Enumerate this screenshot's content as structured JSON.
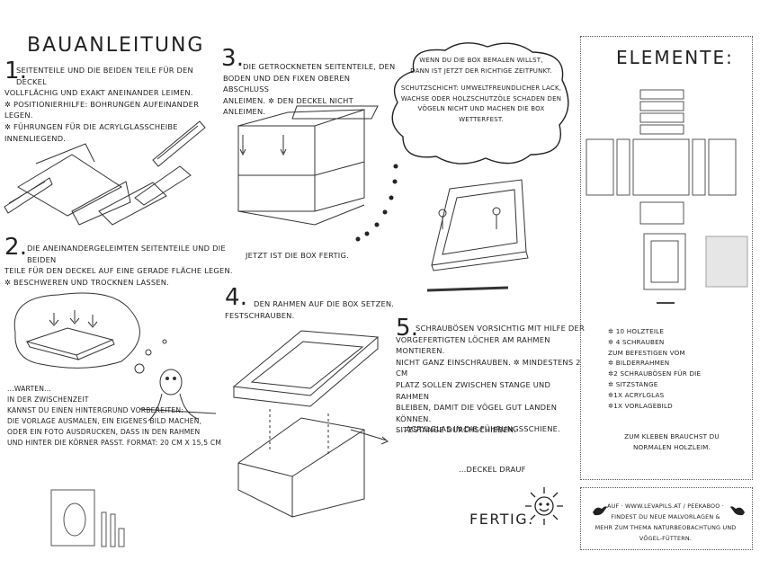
{
  "title": "BAUANLEITUNG",
  "steps": {
    "s1": {
      "num": "1.",
      "lines": [
        "SEITENTEILE UND DIE BEIDEN TEILE FÜR DEN DECKEL",
        "VOLLFLÄCHIG UND EXAKT ANEINANDER LEIMEN.",
        "✲ POSITIONIERHILFE: BOHRUNGEN AUFEINANDER LEGEN.",
        "✲ FÜHRUNGEN FÜR DIE ACRYLGLASSCHEIBE INNENLIEGEND."
      ]
    },
    "s2": {
      "num": "2.",
      "lines": [
        "DIE ANEINANDERGELEIMTEN SEITENTEILE UND DIE BEIDEN",
        "TEILE FÜR DEN DECKEL AUF EINE GERADE FLÄCHE LEGEN.",
        "✲ BESCHWEREN UND TROCKNEN LASSEN."
      ]
    },
    "s3": {
      "num": "3.",
      "lines": [
        "DIE GETROCKNETEN SEITENTEILE, DEN",
        "BODEN UND DEN FIXEN OBEREN ABSCHLUSS",
        "ANLEIMEN. ✲ DEN DECKEL NICHT ANLEIMEN."
      ],
      "done": "JETZT IST DIE BOX FERTIG."
    },
    "s4": {
      "num": "4.",
      "lines": [
        "DEN RAHMEN AUF DIE BOX SETZEN.",
        "FESTSCHRAUBEN."
      ]
    },
    "s5": {
      "num": "5.",
      "lines": [
        "SCHRAUBÖSEN VORSICHTIG MIT HILFE DER",
        "VORGEFERTIGTEN LÖCHER AM RAHMEN MONTIEREN.",
        "NICHT GANZ EINSCHRAUBEN. ✲ MINDESTENS 2 CM",
        "PLATZ SOLLEN ZWISCHEN STANGE UND RAHMEN",
        "BLEIBEN, DAMIT DIE VÖGEL GUT LANDEN KÖNNEN.",
        "SITZSTANGE DURCHSCHIEBEN."
      ],
      "acryl": "....ACRYLGLAS IN DIE FÜHRUNGSSCHIENE.",
      "lid": "...DECKEL DRAUF",
      "end": "FERTIG."
    }
  },
  "cloud": {
    "lines": [
      "WENN DU DIE BOX BEMALEN WILLST,",
      "DANN IST JETZT DER RICHTIGE ZEITPUNKT.",
      "",
      "SCHUTZSCHICHT: UMWELTFREUNDLICHER LACK,",
      "WACHSE ODER HOLZSCHUTZÖLE SCHADEN DEN",
      "VÖGELN NICHT UND MACHEN DIE BOX",
      "WETTERFEST."
    ]
  },
  "wait": {
    "lines": [
      "...WARTEN...",
      "IN DER ZWISCHENZEIT",
      "KANNST DU EINEN HINTERGRUND VORBEREITEN:",
      "DIE VORLAGE AUSMALEN, EIN EIGENES BILD MACHEN,",
      "ODER EIN FOTO AUSDRUCKEN, DASS IN DEN RAHMEN",
      "UND HINTER DIE KÖRNER PASST. FORMAT: 20 CM X 15,5 CM"
    ]
  },
  "elements": {
    "title": "ELEMENTE:",
    "list": [
      "✲ 10 HOLZTEILE",
      "✲ 4 SCHRAUBEN",
      "ZUM BEFESTIGEN VOM",
      "✲ BILDERRAHMEN",
      "✲2  SCHRAUBÖSEN FÜR DIE",
      "✲ SITZSTANGE",
      "✲1X  ACRYLGLAS",
      "✲1X  VORLAGEBILD"
    ],
    "glue": [
      "ZUM KLEBEN BRAUCHST DU",
      "NORMALEN HOLZLEIM."
    ]
  },
  "footer": {
    "lines": [
      "AUF · WWW.LEVAPILS.AT / PEEKABOO ·",
      "FINDEST DU NEUE MALVORLAGEN &",
      "MEHR ZUM THEMA NATURBEOBACHTUNG UND VÖGEL-FÜTTERN."
    ]
  }
}
